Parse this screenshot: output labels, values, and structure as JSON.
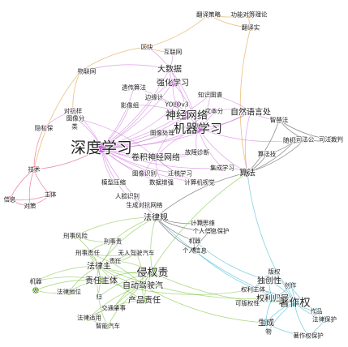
{
  "colors": {
    "AI": "#cc66dd",
    "LAW": "#66bb22",
    "IP": "#22aacc",
    "TRANS": "#dd8811",
    "PRIV": "#dd3366",
    "HUB": "#333333"
  },
  "nodes": [
    {
      "id": "n1",
      "label": "翻译策略",
      "group": "TRANS",
      "size": 4
    },
    {
      "id": "n2",
      "label": "功能对等理论",
      "group": "TRANS",
      "size": 4
    },
    {
      "id": "n3",
      "label": "翻译实",
      "group": "TRANS",
      "size": 4
    },
    {
      "id": "n4",
      "label": "区块",
      "group": "TRANS",
      "size": 4
    },
    {
      "id": "n5",
      "label": "互联网",
      "group": "TRANS",
      "size": 4
    },
    {
      "id": "n6",
      "label": "物联网",
      "group": "TRANS",
      "size": 4
    },
    {
      "id": "n7",
      "label": "大数据",
      "group": "AI",
      "size": 5
    },
    {
      "id": "n8",
      "label": "强化学习",
      "group": "AI",
      "size": 5
    },
    {
      "id": "n9",
      "label": "遗传算法",
      "group": "AI",
      "size": 4
    },
    {
      "id": "n10",
      "label": "边缘计",
      "group": "AI",
      "size": 4
    },
    {
      "id": "n11",
      "label": "知识图谱",
      "group": "AI",
      "size": 4
    },
    {
      "id": "n12",
      "label": "影像组",
      "group": "AI",
      "size": 4
    },
    {
      "id": "n13",
      "label": "YOLOv3",
      "group": "AI",
      "size": 4
    },
    {
      "id": "n14",
      "label": "文本分",
      "group": "AI",
      "size": 4
    },
    {
      "id": "n15",
      "label": "自然语言处",
      "group": "AI",
      "size": 5
    },
    {
      "id": "n16",
      "label": "神经网络",
      "group": "AI",
      "size": 6
    },
    {
      "id": "n17",
      "label": "机器学习",
      "group": "AI",
      "size": 7
    },
    {
      "id": "n18",
      "label": "智慧法",
      "group": "HUB",
      "size": 4
    },
    {
      "id": "n19",
      "label": "对抗样",
      "group": "AI",
      "size": 4
    },
    {
      "id": "n20",
      "label": "图像分",
      "group": "AI",
      "size": 4
    },
    {
      "id": "n21",
      "label": "类",
      "group": "AI",
      "size": 4
    },
    {
      "id": "n22",
      "label": "隐私保",
      "group": "PRIV",
      "size": 4
    },
    {
      "id": "n23",
      "label": "深度学习",
      "group": "AI",
      "size": 8
    },
    {
      "id": "n24",
      "label": "图像处理",
      "group": "AI",
      "size": 4
    },
    {
      "id": "n25",
      "label": "随机森林",
      "group": "HUB",
      "size": 4
    },
    {
      "id": "n26",
      "label": "司法公",
      "group": "HUB",
      "size": 4
    },
    {
      "id": "n27",
      "label": "司法裁判",
      "group": "HUB",
      "size": 4
    },
    {
      "id": "n28",
      "label": "故障诊断",
      "group": "AI",
      "size": 4
    },
    {
      "id": "n29",
      "label": "卷积神经网络",
      "group": "AI",
      "size": 5
    },
    {
      "id": "n30",
      "label": "算法技",
      "group": "HUB",
      "size": 4
    },
    {
      "id": "n31",
      "label": "集成学习",
      "group": "AI",
      "size": 4
    },
    {
      "id": "n32",
      "label": "算法",
      "group": "HUB",
      "size": 5
    },
    {
      "id": "n33",
      "label": "图像识别",
      "group": "AI",
      "size": 4
    },
    {
      "id": "n34",
      "label": "迁移学习",
      "group": "AI",
      "size": 4
    },
    {
      "id": "n35",
      "label": "模型压缩",
      "group": "AI",
      "size": 4
    },
    {
      "id": "n36",
      "label": "数据增强",
      "group": "AI",
      "size": 4
    },
    {
      "id": "n37",
      "label": "计算机视觉",
      "group": "AI",
      "size": 4
    },
    {
      "id": "n38",
      "label": "技术",
      "group": "PRIV",
      "size": 4
    },
    {
      "id": "n39",
      "label": "生成对抗网络",
      "group": "AI",
      "size": 4
    },
    {
      "id": "n40",
      "label": "人脸识别",
      "group": "AI",
      "size": 4
    },
    {
      "id": "n41",
      "label": "信息",
      "group": "PRIV",
      "size": 4
    },
    {
      "id": "n42",
      "label": "对策",
      "group": "PRIV",
      "size": 4
    },
    {
      "id": "n43",
      "label": "主体",
      "group": "PRIV",
      "size": 4
    },
    {
      "id": "n44",
      "label": "法律规",
      "group": "HUB",
      "size": 5
    },
    {
      "id": "n45",
      "label": "计算思维",
      "group": "HUB",
      "size": 4
    },
    {
      "id": "n46",
      "label": "个人信息保护",
      "group": "HUB",
      "size": 4
    },
    {
      "id": "n47",
      "label": "刑事风险",
      "group": "LAW",
      "size": 4
    },
    {
      "id": "n48",
      "label": "刑事责",
      "group": "LAW",
      "size": 4
    },
    {
      "id": "n49",
      "label": "刑事责任",
      "group": "LAW",
      "size": 4
    },
    {
      "id": "n50",
      "label": "无人驾驶汽车",
      "group": "LAW",
      "size": 4
    },
    {
      "id": "n51",
      "label": "机器",
      "group": "HUB",
      "size": 4
    },
    {
      "id": "n52",
      "label": "个人信息",
      "group": "HUB",
      "size": 4
    },
    {
      "id": "n53",
      "label": "法律主",
      "group": "LAW",
      "size": 5
    },
    {
      "id": "n54",
      "label": "责任",
      "group": "LAW",
      "size": 4
    },
    {
      "id": "n55",
      "label": "侵权责",
      "group": "LAW",
      "size": 6
    },
    {
      "id": "n56",
      "label": "责任主体",
      "group": "LAW",
      "size": 5
    },
    {
      "id": "n57",
      "label": "自动驾驶汽",
      "group": "LAW",
      "size": 5
    },
    {
      "id": "n58",
      "label": "机器",
      "group": "LAW",
      "size": 4
    },
    {
      "id": "n59",
      "label": "人",
      "group": "LAW",
      "size": 4
    },
    {
      "id": "n60",
      "label": "法律地位",
      "group": "LAW",
      "size": 4
    },
    {
      "id": "n61",
      "label": "归",
      "group": "LAW",
      "size": 4
    },
    {
      "id": "n62",
      "label": "交通肇事",
      "group": "LAW",
      "size": 4
    },
    {
      "id": "n63",
      "label": "产品责任",
      "group": "LAW",
      "size": 5
    },
    {
      "id": "n64",
      "label": "法律适用",
      "group": "LAW",
      "size": 4
    },
    {
      "id": "n65",
      "label": "智能汽车",
      "group": "LAW",
      "size": 4
    },
    {
      "id": "n66",
      "label": "版权",
      "group": "IP",
      "size": 4
    },
    {
      "id": "n67",
      "label": "独创性",
      "group": "IP",
      "size": 5
    },
    {
      "id": "n68",
      "label": "权利主体",
      "group": "IP",
      "size": 4
    },
    {
      "id": "n69",
      "label": "权利归属",
      "group": "IP",
      "size": 5
    },
    {
      "id": "n70",
      "label": "可版权性",
      "group": "IP",
      "size": 4
    },
    {
      "id": "n71",
      "label": "著作权",
      "group": "IP",
      "size": 6
    },
    {
      "id": "n72",
      "label": "创作",
      "group": "IP",
      "size": 4
    },
    {
      "id": "n73",
      "label": "作品",
      "group": "IP",
      "size": 4
    },
    {
      "id": "n74",
      "label": "法律保护",
      "group": "IP",
      "size": 4
    },
    {
      "id": "n75",
      "label": "生成",
      "group": "IP",
      "size": 5
    },
    {
      "id": "n76",
      "label": "物",
      "group": "IP",
      "size": 4
    },
    {
      "id": "n77",
      "label": "著作权保护",
      "group": "IP",
      "size": 4
    }
  ],
  "edges": [
    [
      "n23",
      "n17"
    ],
    [
      "n23",
      "n16"
    ],
    [
      "n23",
      "n29"
    ],
    [
      "n23",
      "n7"
    ],
    [
      "n23",
      "n8"
    ],
    [
      "n23",
      "n24"
    ],
    [
      "n23",
      "n20"
    ],
    [
      "n23",
      "n33"
    ],
    [
      "n23",
      "n34"
    ],
    [
      "n23",
      "n35"
    ],
    [
      "n23",
      "n36"
    ],
    [
      "n23",
      "n37"
    ],
    [
      "n23",
      "n39"
    ],
    [
      "n23",
      "n40"
    ],
    [
      "n23",
      "n28"
    ],
    [
      "n23",
      "n12"
    ],
    [
      "n23",
      "n13"
    ],
    [
      "n23",
      "n19"
    ],
    [
      "n23",
      "n15"
    ],
    [
      "n23",
      "n31"
    ],
    [
      "n23",
      "n11"
    ],
    [
      "n23",
      "n9"
    ],
    [
      "n23",
      "n10"
    ],
    [
      "n23",
      "n14"
    ],
    [
      "n17",
      "n16"
    ],
    [
      "n17",
      "n29"
    ],
    [
      "n17",
      "n7"
    ],
    [
      "n17",
      "n8"
    ],
    [
      "n17",
      "n15"
    ],
    [
      "n17",
      "n25"
    ],
    [
      "n17",
      "n31"
    ],
    [
      "n17",
      "n28"
    ],
    [
      "n17",
      "n11"
    ],
    [
      "n17",
      "n14"
    ],
    [
      "n17",
      "n32"
    ],
    [
      "n17",
      "n24"
    ],
    [
      "n16",
      "n29"
    ],
    [
      "n16",
      "n7"
    ],
    [
      "n16",
      "n9"
    ],
    [
      "n16",
      "n10"
    ],
    [
      "n16",
      "n12"
    ],
    [
      "n16",
      "n13"
    ],
    [
      "n29",
      "n34"
    ],
    [
      "n29",
      "n36"
    ],
    [
      "n29",
      "n33"
    ],
    [
      "n29",
      "n20"
    ],
    [
      "n29",
      "n37"
    ],
    [
      "n29",
      "n28"
    ],
    [
      "n7",
      "n6"
    ],
    [
      "n7",
      "n5"
    ],
    [
      "n7",
      "n4"
    ],
    [
      "n7",
      "n8"
    ],
    [
      "n8",
      "n10"
    ],
    [
      "n8",
      "n13"
    ],
    [
      "n15",
      "n14"
    ],
    [
      "n15",
      "n11"
    ],
    [
      "n15",
      "n18"
    ],
    [
      "n15",
      "n32"
    ],
    [
      "n4",
      "n5"
    ],
    [
      "n4",
      "n6"
    ],
    [
      "n4",
      "n1"
    ],
    [
      "n6",
      "n19"
    ],
    [
      "n6",
      "n38"
    ],
    [
      "n1",
      "n2"
    ],
    [
      "n1",
      "n3"
    ],
    [
      "n2",
      "n3"
    ],
    [
      "n3",
      "n32"
    ],
    [
      "n19",
      "n20"
    ],
    [
      "n19",
      "n22"
    ],
    [
      "n22",
      "n38"
    ],
    [
      "n38",
      "n41"
    ],
    [
      "n38",
      "n42"
    ],
    [
      "n38",
      "n43"
    ],
    [
      "n41",
      "n42"
    ],
    [
      "n41",
      "n43"
    ],
    [
      "n42",
      "n43"
    ],
    [
      "n38",
      "n23"
    ],
    [
      "n32",
      "n30"
    ],
    [
      "n32",
      "n25"
    ],
    [
      "n32",
      "n18"
    ],
    [
      "n32",
      "n26"
    ],
    [
      "n32",
      "n44"
    ],
    [
      "n32",
      "n31"
    ],
    [
      "n18",
      "n26"
    ],
    [
      "n18",
      "n27"
    ],
    [
      "n26",
      "n27"
    ],
    [
      "n30",
      "n25"
    ],
    [
      "n44",
      "n45"
    ],
    [
      "n44",
      "n46"
    ],
    [
      "n44",
      "n52"
    ],
    [
      "n44",
      "n51"
    ],
    [
      "n44",
      "n53"
    ],
    [
      "n44",
      "n55"
    ],
    [
      "n44",
      "n47"
    ],
    [
      "n44",
      "n48"
    ],
    [
      "n44",
      "n40"
    ],
    [
      "n45",
      "n46"
    ],
    [
      "n46",
      "n52"
    ],
    [
      "n51",
      "n52"
    ],
    [
      "n53",
      "n54"
    ],
    [
      "n53",
      "n55"
    ],
    [
      "n53",
      "n56"
    ],
    [
      "n53",
      "n48"
    ],
    [
      "n53",
      "n49"
    ],
    [
      "n53",
      "n50"
    ],
    [
      "n53",
      "n47"
    ],
    [
      "n53",
      "n58"
    ],
    [
      "n53",
      "n60"
    ],
    [
      "n53",
      "n61"
    ],
    [
      "n53",
      "n63"
    ],
    [
      "n53",
      "n57"
    ],
    [
      "n55",
      "n56"
    ],
    [
      "n55",
      "n57"
    ],
    [
      "n55",
      "n63"
    ],
    [
      "n55",
      "n54"
    ],
    [
      "n55",
      "n61"
    ],
    [
      "n55",
      "n62"
    ],
    [
      "n57",
      "n63"
    ],
    [
      "n57",
      "n62"
    ],
    [
      "n57",
      "n64"
    ],
    [
      "n57",
      "n65"
    ],
    [
      "n57",
      "n50"
    ],
    [
      "n57",
      "n49"
    ],
    [
      "n56",
      "n60"
    ],
    [
      "n56",
      "n61"
    ],
    [
      "n56",
      "n58"
    ],
    [
      "n56",
      "n59"
    ],
    [
      "n56",
      "n49"
    ],
    [
      "n58",
      "n59"
    ],
    [
      "n59",
      "n60"
    ],
    [
      "n62",
      "n64"
    ],
    [
      "n63",
      "n64"
    ],
    [
      "n64",
      "n65"
    ],
    [
      "n61",
      "n65"
    ],
    [
      "n47",
      "n48"
    ],
    [
      "n48",
      "n49"
    ],
    [
      "n49",
      "n50"
    ],
    [
      "n50",
      "n54"
    ],
    [
      "n53",
      "n69"
    ],
    [
      "n55",
      "n71"
    ],
    [
      "n56",
      "n68"
    ],
    [
      "n57",
      "n75"
    ],
    [
      "n52",
      "n71"
    ],
    [
      "n51",
      "n67"
    ],
    [
      "n71",
      "n67"
    ],
    [
      "n71",
      "n69"
    ],
    [
      "n71",
      "n68"
    ],
    [
      "n71",
      "n70"
    ],
    [
      "n71",
      "n72"
    ],
    [
      "n71",
      "n73"
    ],
    [
      "n71",
      "n74"
    ],
    [
      "n71",
      "n75"
    ],
    [
      "n71",
      "n76"
    ],
    [
      "n71",
      "n77"
    ],
    [
      "n71",
      "n66"
    ],
    [
      "n67",
      "n66"
    ],
    [
      "n67",
      "n68"
    ],
    [
      "n67",
      "n69"
    ],
    [
      "n69",
      "n70"
    ],
    [
      "n69",
      "n72"
    ],
    [
      "n69",
      "n75"
    ],
    [
      "n75",
      "n76"
    ],
    [
      "n75",
      "n77"
    ],
    [
      "n73",
      "n74"
    ],
    [
      "n72",
      "n73"
    ],
    [
      "n66",
      "n68"
    ],
    [
      "n77",
      "n74"
    ],
    [
      "n32",
      "n71"
    ],
    [
      "n32",
      "n57"
    ],
    [
      "n44",
      "n71"
    ]
  ]
}
